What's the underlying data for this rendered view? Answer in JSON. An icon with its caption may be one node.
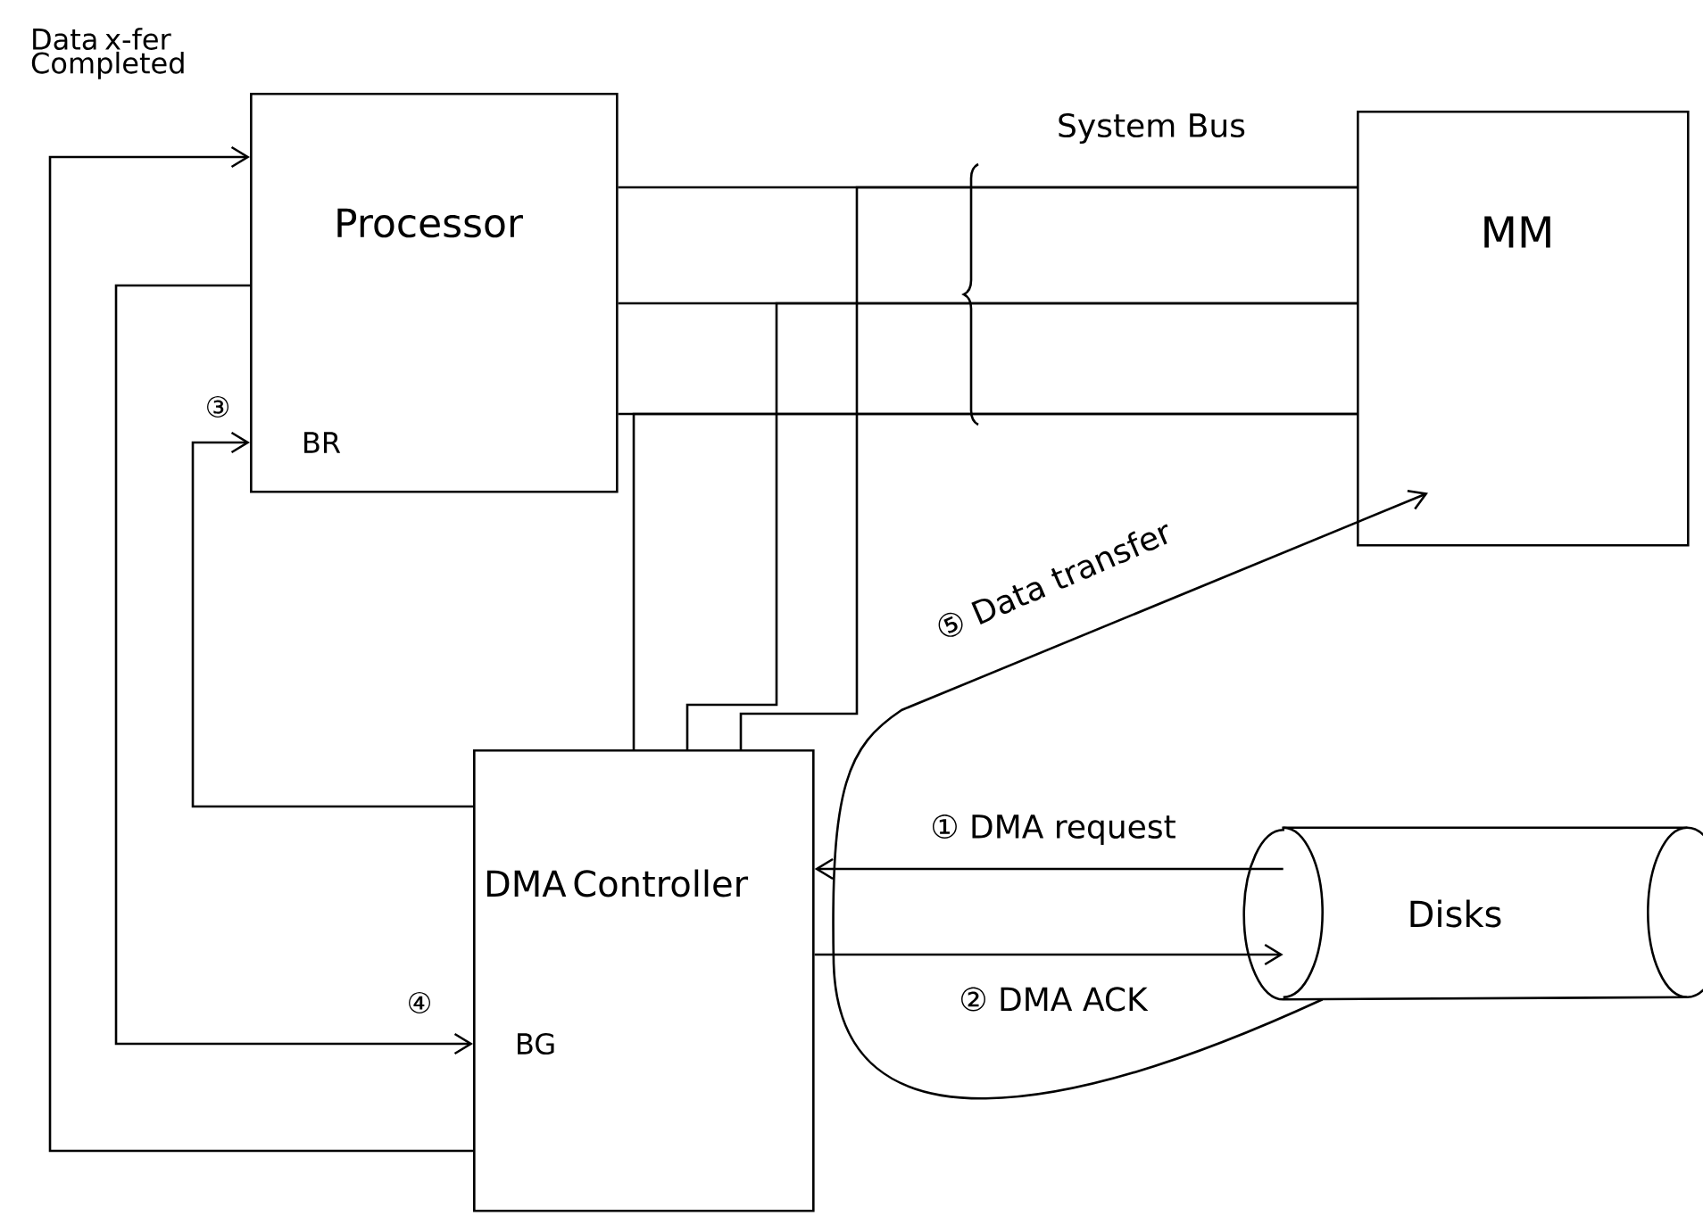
{
  "diagram": {
    "nodes": [
      {
        "text": [
          "Processor",
          "BR"
        ]
      },
      {
        "text": [
          "MM"
        ]
      },
      {
        "text": [
          "DMA Controller",
          "BG"
        ]
      },
      {
        "text": [
          "Disks"
        ]
      }
    ],
    "edges": [
      {
        "from": 0,
        "to": 1,
        "arrow": "none"
      },
      {
        "from": 0,
        "to": 1,
        "arrow": "none"
      },
      {
        "from": 0,
        "to": 1,
        "arrow": "none"
      },
      {
        "from": 2,
        "to": 1,
        "arrow": "none"
      },
      {
        "from": 2,
        "to": 1,
        "arrow": "none"
      },
      {
        "from": 2,
        "to": 1,
        "arrow": "none"
      },
      {
        "from": 3,
        "to": 2,
        "arrow": "to",
        "label": "① DMA request"
      },
      {
        "from": 2,
        "to": 3,
        "arrow": "to",
        "label": "② DMA ACK"
      },
      {
        "from": 2,
        "to": 0,
        "arrow": "to",
        "label": "③"
      },
      {
        "from": 0,
        "to": 2,
        "arrow": "to",
        "label": "④"
      },
      {
        "from": 2,
        "to": 0,
        "arrow": "to",
        "label": "Data x-fer Completed"
      },
      {
        "from": 3,
        "to": 1,
        "arrow": "to",
        "label": "⑤ Data transfer"
      }
    ],
    "labels": [
      "System Bus"
    ]
  }
}
